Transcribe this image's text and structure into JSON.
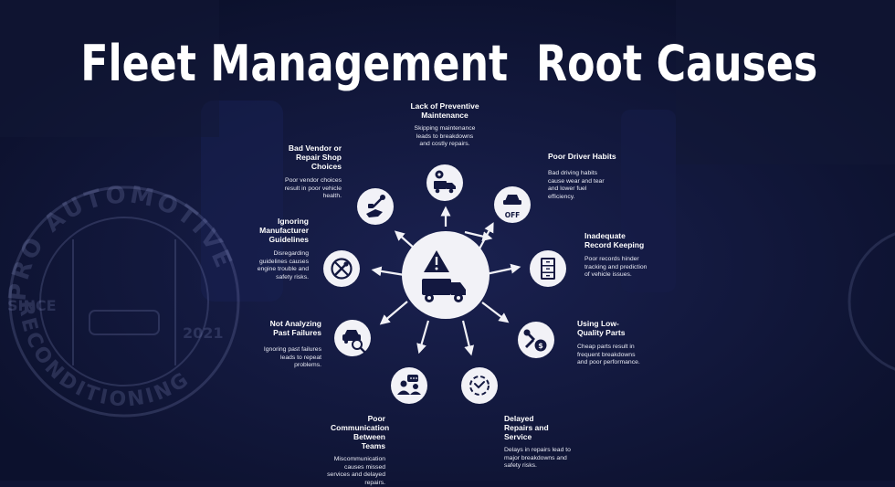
{
  "title": "Fleet Management  Root Causes",
  "watermark": {
    "brand_line1": "PRO AUTOMOTIVE",
    "brand_line2": "RECONDITIONING",
    "since": "SINCE",
    "year": "2021"
  },
  "hub": {
    "icon": "truck-warning-icon"
  },
  "causes": [
    {
      "title": "Lack of Preventive Maintenance",
      "desc": "Skipping maintenance leads to breakdowns and costly repairs.",
      "icon": "truck-gear-icon"
    },
    {
      "title": "Poor Driver Habits",
      "desc": "Bad driving habits cause wear and tear and lower fuel efficiency.",
      "icon": "car-off-icon"
    },
    {
      "title": "Inadequate Record Keeping",
      "desc": "Poor records hinder tracking and prediction of vehicle issues.",
      "icon": "filing-cabinet-icon"
    },
    {
      "title": "Using Low-Quality Parts",
      "desc": "Cheap parts result in frequent breakdowns and poor performance.",
      "icon": "wrench-dollar-icon"
    },
    {
      "title": "Delayed Repairs and Service",
      "desc": "Delays in repairs lead to major breakdowns and safety risks.",
      "icon": "delay-cycle-icon"
    },
    {
      "title": "Poor Communication Between Teams",
      "desc": "Miscommunication causes missed services and delayed repairs.",
      "icon": "people-chat-icon"
    },
    {
      "title": "Not Analyzing Past Failures",
      "desc": "Ignoring past failures leads to repeat problems.",
      "icon": "car-search-icon"
    },
    {
      "title": "Ignoring Manufacturer Guidelines",
      "desc": "Disregarding guidelines causes engine trouble and safety risks.",
      "icon": "no-wrench-icon"
    },
    {
      "title": "Bad Vendor or Repair Shop Choices",
      "desc": "Poor vendor choices result in poor vehicle health.",
      "icon": "hand-wrench-icon"
    }
  ],
  "colors": {
    "background": "#0f1434",
    "circle": "#f2f2f7",
    "icon": "#131840",
    "text": "#ffffff"
  }
}
